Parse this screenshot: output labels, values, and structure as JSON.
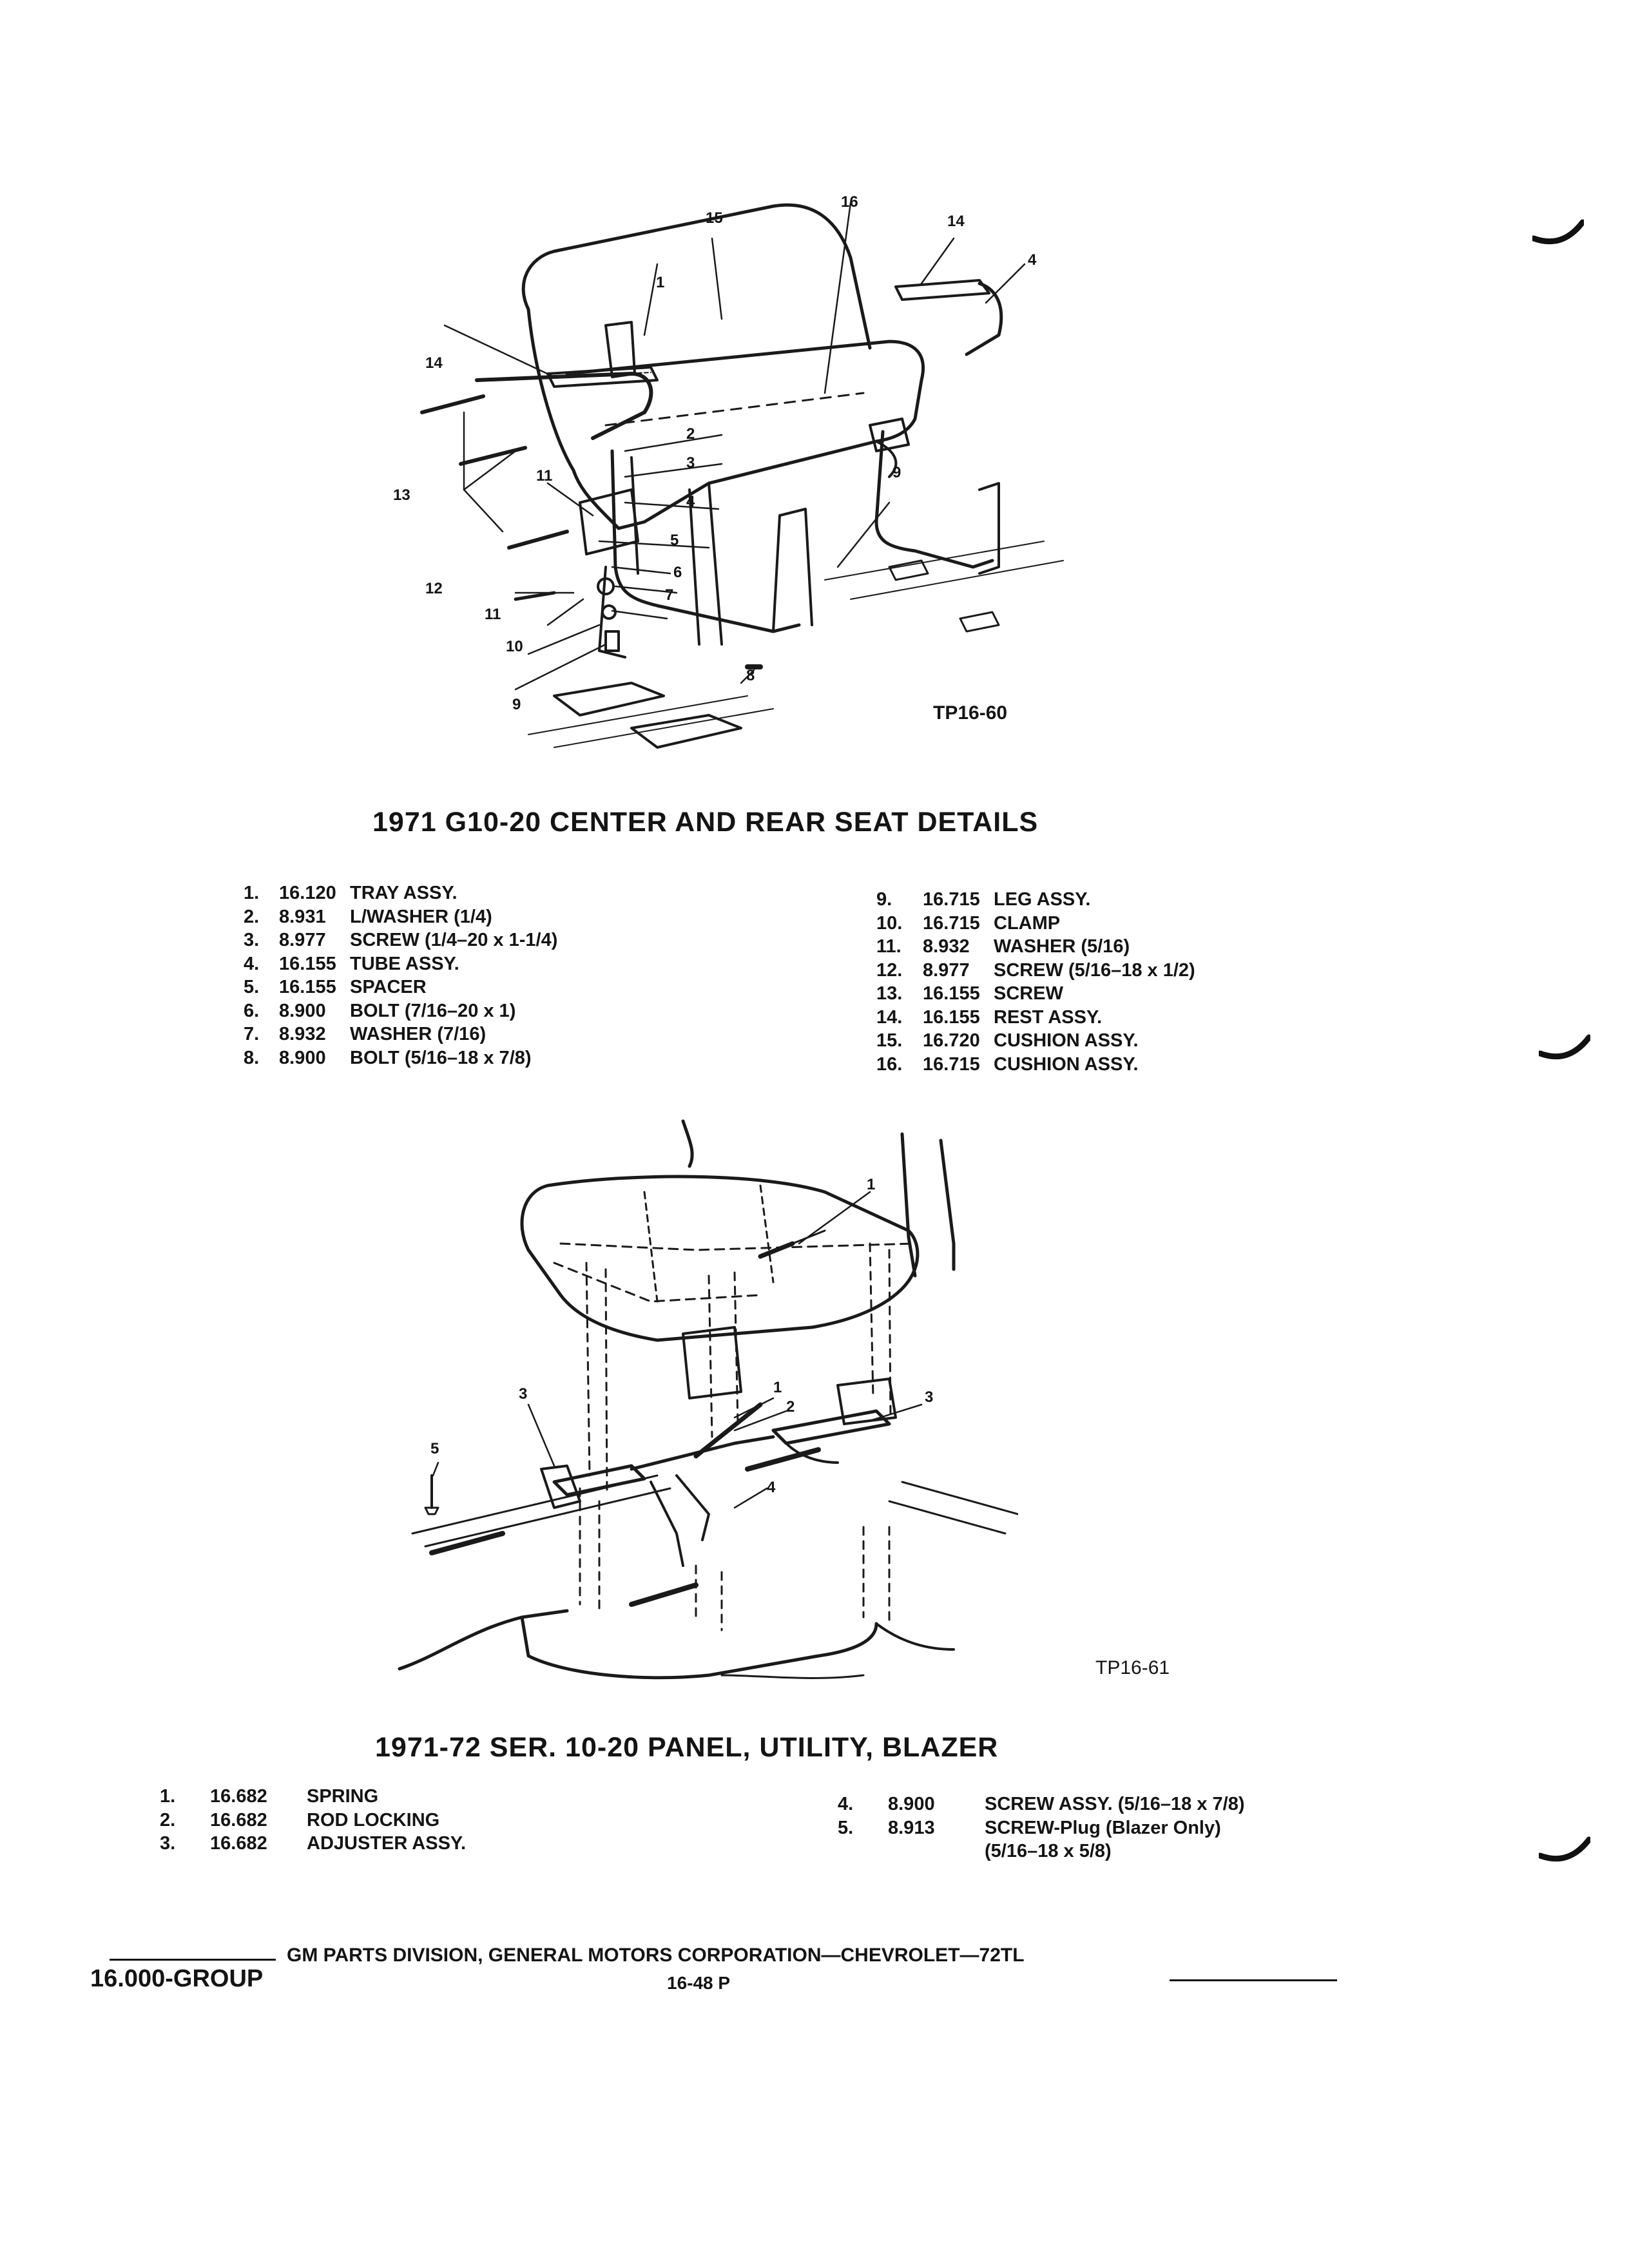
{
  "figure1": {
    "ref": "TP16-60",
    "title": "1971 G10-20 CENTER AND REAR SEAT DETAILS",
    "callouts": [
      "1",
      "2",
      "3",
      "4",
      "5",
      "6",
      "7",
      "8",
      "9",
      "10",
      "11",
      "12",
      "13",
      "14",
      "15",
      "16"
    ],
    "parts_left": [
      {
        "num": "1.",
        "code": "16.120",
        "desc": "TRAY ASSY."
      },
      {
        "num": "2.",
        "code": "8.931",
        "desc": "L/WASHER (1/4)"
      },
      {
        "num": "3.",
        "code": "8.977",
        "desc": "SCREW (1/4–20 x 1-1/4)"
      },
      {
        "num": "4.",
        "code": "16.155",
        "desc": "TUBE ASSY."
      },
      {
        "num": "5.",
        "code": "16.155",
        "desc": "SPACER"
      },
      {
        "num": "6.",
        "code": "8.900",
        "desc": "BOLT (7/16–20 x 1)"
      },
      {
        "num": "7.",
        "code": "8.932",
        "desc": "WASHER (7/16)"
      },
      {
        "num": "8.",
        "code": "8.900",
        "desc": "BOLT (5/16–18 x 7/8)"
      }
    ],
    "parts_right": [
      {
        "num": "9.",
        "code": "16.715",
        "desc": "LEG ASSY."
      },
      {
        "num": "10.",
        "code": "16.715",
        "desc": "CLAMP"
      },
      {
        "num": "11.",
        "code": "8.932",
        "desc": "WASHER (5/16)"
      },
      {
        "num": "12.",
        "code": "8.977",
        "desc": "SCREW (5/16–18 x 1/2)"
      },
      {
        "num": "13.",
        "code": "16.155",
        "desc": "SCREW"
      },
      {
        "num": "14.",
        "code": "16.155",
        "desc": "REST ASSY."
      },
      {
        "num": "15.",
        "code": "16.720",
        "desc": "CUSHION ASSY."
      },
      {
        "num": "16.",
        "code": "16.715",
        "desc": "CUSHION ASSY."
      }
    ]
  },
  "figure2": {
    "ref": "TP16-61",
    "title": "1971-72 SER. 10-20 PANEL, UTILITY, BLAZER",
    "callouts": [
      "1",
      "2",
      "3",
      "4",
      "5"
    ],
    "parts_left": [
      {
        "num": "1.",
        "code": "16.682",
        "desc": "SPRING"
      },
      {
        "num": "2.",
        "code": "16.682",
        "desc": "ROD LOCKING"
      },
      {
        "num": "3.",
        "code": "16.682",
        "desc": "ADJUSTER ASSY."
      }
    ],
    "parts_right": [
      {
        "num": "4.",
        "code": "8.900",
        "desc": "SCREW ASSY. (5/16–18 x 7/8)"
      },
      {
        "num": "5.",
        "code": "8.913",
        "desc": "SCREW-Plug (Blazer Only)",
        "cont": "(5/16–18 x 5/8)"
      }
    ]
  },
  "footer": {
    "text": "GM PARTS DIVISION, GENERAL MOTORS CORPORATION—CHEVROLET—72TL",
    "group": "16.000-GROUP",
    "page": "16-48  P"
  }
}
